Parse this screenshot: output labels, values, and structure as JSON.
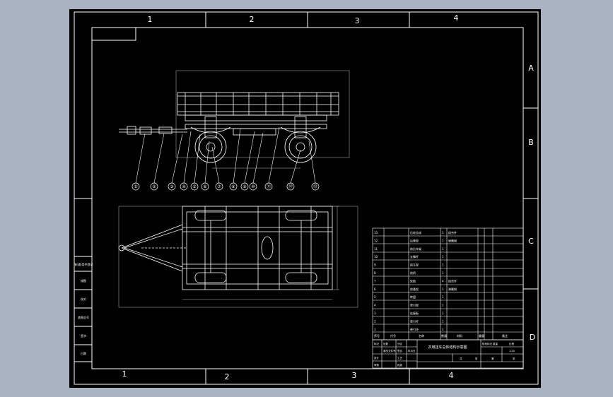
{
  "drawing": {
    "colors": {
      "viewport_bg": "#a9b3c2",
      "paper": "#000000",
      "line": "#ffffff",
      "dim": "#c8c8c8"
    },
    "zones_top": [
      "1",
      "2",
      "3",
      "4"
    ],
    "zones_bottom": [
      "1",
      "2",
      "3",
      "4"
    ],
    "zones_right": [
      "A",
      "B",
      "C",
      "D"
    ],
    "balloons": [
      "①",
      "②",
      "③",
      "④",
      "⑤",
      "⑥",
      "⑦",
      "⑧",
      "⑨",
      "⑩",
      "⑪",
      "⑫",
      "⑬"
    ],
    "side_strip_labels": [
      "借(通)用件登记",
      "描图",
      "校对",
      "底图总号",
      "签字",
      "日期"
    ],
    "parts_list": {
      "header": {
        "seq": "序号",
        "code": "代号",
        "name": "名称",
        "qty": "数量",
        "material": "材料",
        "weight": "重量",
        "note": "备注"
      },
      "rows": [
        {
          "seq": "13",
          "code": "",
          "name": "后轮总成",
          "qty": "1",
          "material": "组合件",
          "weight": "",
          "note": ""
        },
        {
          "seq": "12",
          "code": "",
          "name": "后悬架",
          "qty": "1",
          "material": "弹簧钢",
          "weight": "",
          "note": ""
        },
        {
          "seq": "11",
          "code": "",
          "name": "前后车架",
          "qty": "1",
          "material": "",
          "weight": "",
          "note": ""
        },
        {
          "seq": "10",
          "code": "",
          "name": "支撑杆",
          "qty": "1",
          "material": "",
          "weight": "",
          "note": ""
        },
        {
          "seq": "9",
          "code": "",
          "name": "前车架",
          "qty": "1",
          "material": "",
          "weight": "",
          "note": ""
        },
        {
          "seq": "8",
          "code": "",
          "name": "前桥",
          "qty": "1",
          "material": "",
          "weight": "",
          "note": ""
        },
        {
          "seq": "7",
          "code": "",
          "name": "轮胎",
          "qty": "4",
          "material": "组合件",
          "weight": "",
          "note": ""
        },
        {
          "seq": "6",
          "code": "",
          "name": "前悬架",
          "qty": "1",
          "material": "弹簧钢",
          "weight": "",
          "note": ""
        },
        {
          "seq": "5",
          "code": "",
          "name": "转盘",
          "qty": "1",
          "material": "",
          "weight": "",
          "note": ""
        },
        {
          "seq": "4",
          "code": "",
          "name": "牵引架",
          "qty": "1",
          "material": "",
          "weight": "",
          "note": ""
        },
        {
          "seq": "3",
          "code": "",
          "name": "连接板",
          "qty": "1",
          "material": "",
          "weight": "",
          "note": ""
        },
        {
          "seq": "2",
          "code": "",
          "name": "牵引杆",
          "qty": "1",
          "material": "",
          "weight": "",
          "note": ""
        },
        {
          "seq": "1",
          "code": "",
          "name": "牵引环",
          "qty": "1",
          "material": "",
          "weight": "",
          "note": ""
        }
      ]
    },
    "title_block": {
      "title": "农用挂车总体结构示意图",
      "small_texts": [
        "标记",
        "处数",
        "分区",
        "更改文件号",
        "签名",
        "年月日",
        "设计",
        "审核",
        "工艺",
        "批准",
        "阶段标记",
        "重量",
        "比例",
        "1:20",
        "共",
        "张",
        "第",
        "张"
      ],
      "drawing_no": "",
      "company": ""
    }
  }
}
